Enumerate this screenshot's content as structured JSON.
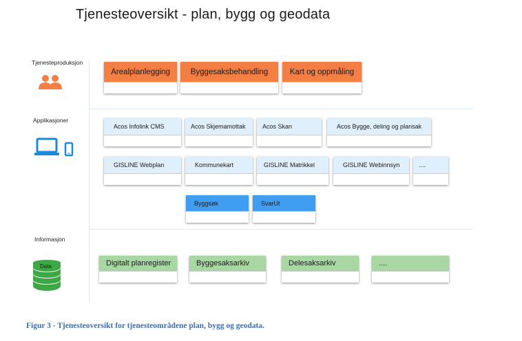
{
  "title": "Tjenesteoversikt - plan, bygg og geodata",
  "sections": {
    "production": "Tjenesteproduksjon",
    "applications": "Applikasjoner",
    "information": "Informasjon"
  },
  "services": [
    "Arealplanlegging",
    "Byggesaksbehandling",
    "Kart og oppmåling"
  ],
  "apps_row1": [
    "Acos Infolink CMS",
    "Acos Skjemamottak",
    "Acos Skan",
    "Acos Bygge, deling og  plansak"
  ],
  "apps_row2": [
    "GISLINE Webplan",
    "Kommunekart",
    "GISLINE Matrikkel",
    "GISLINE Webinnsyn",
    "...."
  ],
  "apps_row3": [
    "Byggsøk",
    "SvarUt"
  ],
  "info": [
    "Digitalt planregister",
    "Byggesaksarkiv",
    "Delesaksarkiv",
    "....."
  ],
  "icons": {
    "people": "people-icon",
    "devices": "devices-icon",
    "database": "database-icon",
    "database_label": "Data"
  },
  "colors": {
    "orange": "#f47f45",
    "app": "#dfeffb",
    "blue": "#3f9ef0",
    "green": "#a9d7a4",
    "caption": "#3f6ca5"
  },
  "caption": "Figur 3 - Tjenesteoversikt for tjenesteområdene plan, bygg og geodata."
}
